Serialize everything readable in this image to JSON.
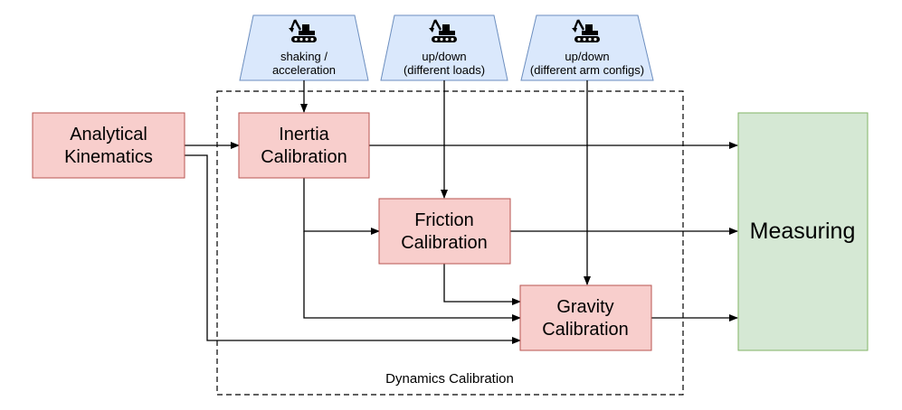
{
  "diagram": {
    "blocks": {
      "kinematics": {
        "line1": "Analytical",
        "line2": "Kinematics"
      },
      "inertia": {
        "line1": "Inertia",
        "line2": "Calibration"
      },
      "friction": {
        "line1": "Friction",
        "line2": "Calibration"
      },
      "gravity": {
        "line1": "Gravity",
        "line2": "Calibration"
      },
      "measuring": {
        "label": "Measuring"
      }
    },
    "group": {
      "label": "Dynamics Calibration"
    },
    "excitations": [
      {
        "icon": "excavator-icon",
        "line1": "shaking /",
        "line2": "acceleration"
      },
      {
        "icon": "excavator-icon",
        "line1": "up/down",
        "line2": "(different loads)"
      },
      {
        "icon": "excavator-icon",
        "line1": "up/down",
        "line2": "(different arm configs)"
      }
    ]
  },
  "colors": {
    "calibration_fill": "#f8cecc",
    "calibration_stroke": "#b85450",
    "measuring_fill": "#d5e8d4",
    "measuring_stroke": "#82b366",
    "excitation_fill": "#dae8fc",
    "excitation_stroke": "#6c8ebf"
  }
}
